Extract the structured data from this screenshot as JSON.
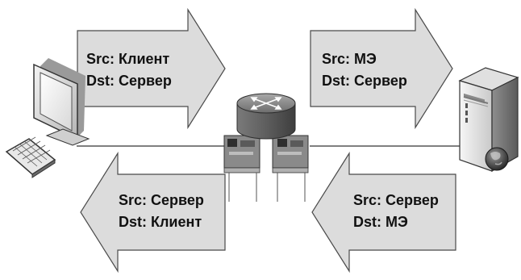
{
  "colors": {
    "arrow_fill": "#dcdcdc",
    "arrow_stroke": "#4a4a4a",
    "line": "#555555",
    "text": "#111111"
  },
  "arrows": [
    {
      "id": "client-to-firewall",
      "direction": "right",
      "src": "Src: Клиент",
      "dst": "Dst: Сервер"
    },
    {
      "id": "firewall-to-server",
      "direction": "right",
      "src": "Src: МЭ",
      "dst": "Dst: Сервер"
    },
    {
      "id": "firewall-to-client",
      "direction": "left",
      "src": "Src: Сервер",
      "dst": "Dst: Клиент"
    },
    {
      "id": "server-to-firewall",
      "direction": "left",
      "src": "Src: Сервер",
      "dst": "Dst: МЭ"
    }
  ],
  "icons": {
    "client": "desktop-computer-icon",
    "firewall": "router-firewall-icon",
    "server": "tower-server-icon"
  }
}
